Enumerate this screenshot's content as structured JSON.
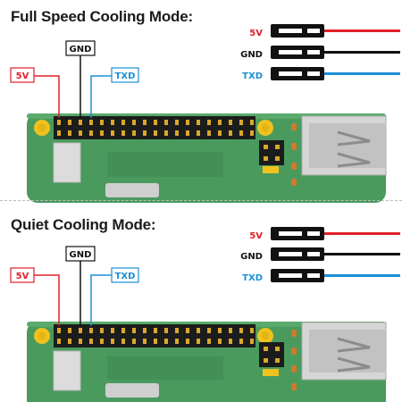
{
  "sections": [
    {
      "title": "Full Speed Cooling Mode:",
      "callouts": {
        "v5": "5V",
        "gnd": "GND",
        "txd": "TXD"
      },
      "wires": [
        {
          "label": "5V",
          "color": "#e0202a"
        },
        {
          "label": "GND",
          "color": "#111111"
        },
        {
          "label": "TXD",
          "color": "#1c8fd6"
        }
      ]
    },
    {
      "title": "Quiet Cooling Mode:",
      "callouts": {
        "v5": "5V",
        "gnd": "GND",
        "txd": "TXD"
      },
      "wires": [
        {
          "label": "5V",
          "color": "#e0202a"
        },
        {
          "label": "GND",
          "color": "#111111"
        },
        {
          "label": "TXD",
          "color": "#1c8fd6"
        }
      ]
    }
  ],
  "colors": {
    "board": "#4a9a5e",
    "board_dark": "#3f8a52",
    "pad_gold": "#f0c21e",
    "header_black": "#1c1c1c",
    "red": "#e0202a",
    "blue": "#1c8fd6",
    "usb_silver": "#d6d6d6"
  }
}
